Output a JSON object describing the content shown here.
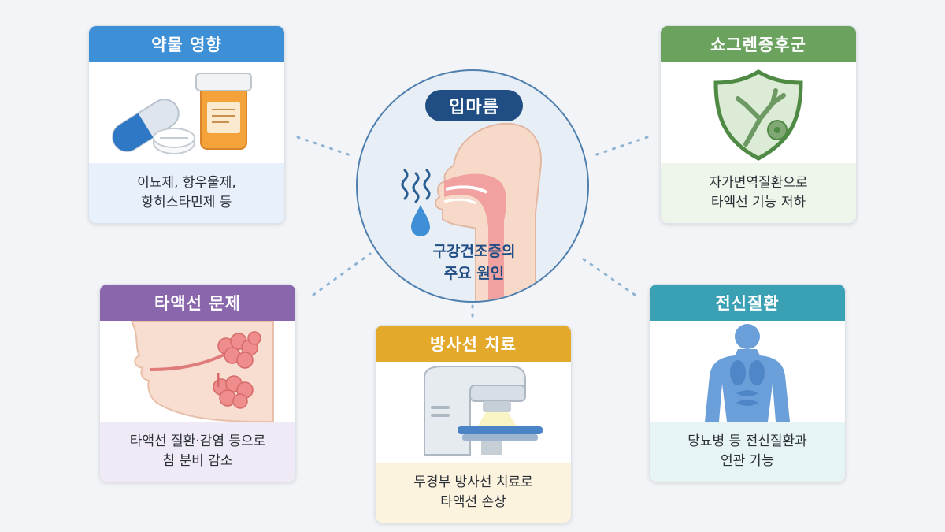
{
  "center": {
    "title": "입마름",
    "caption_lines": [
      "구강건조증의",
      "주요 원인"
    ]
  },
  "cards": {
    "medication": {
      "title": "약물 영향",
      "caption_lines": [
        "이뇨제, 항우울제,",
        "항히스타민제 등"
      ],
      "icon": "pills-icon",
      "color": "#3d8fd6"
    },
    "sjogren": {
      "title": "쇼그렌증후군",
      "caption_lines": [
        "자가면역질환으로",
        "타액선 기능 저하"
      ],
      "icon": "shield-icon",
      "color": "#6aa25e"
    },
    "salivary": {
      "title": "타액선 문제",
      "caption_lines": [
        "타액선 질환·감염 등으로",
        "침 분비 감소"
      ],
      "icon": "salivary-gland-icon",
      "color": "#8a66ac"
    },
    "radiation": {
      "title": "방사선 치료",
      "caption_lines": [
        "두경부 방사선 치료로",
        "타액선 손상"
      ],
      "icon": "radiotherapy-machine-icon",
      "color": "#e3a92a"
    },
    "systemic": {
      "title": "전신질환",
      "caption_lines": [
        "당뇨병 등 전신질환과",
        "연관 가능"
      ],
      "icon": "human-body-icon",
      "color": "#3aa1b4"
    }
  }
}
